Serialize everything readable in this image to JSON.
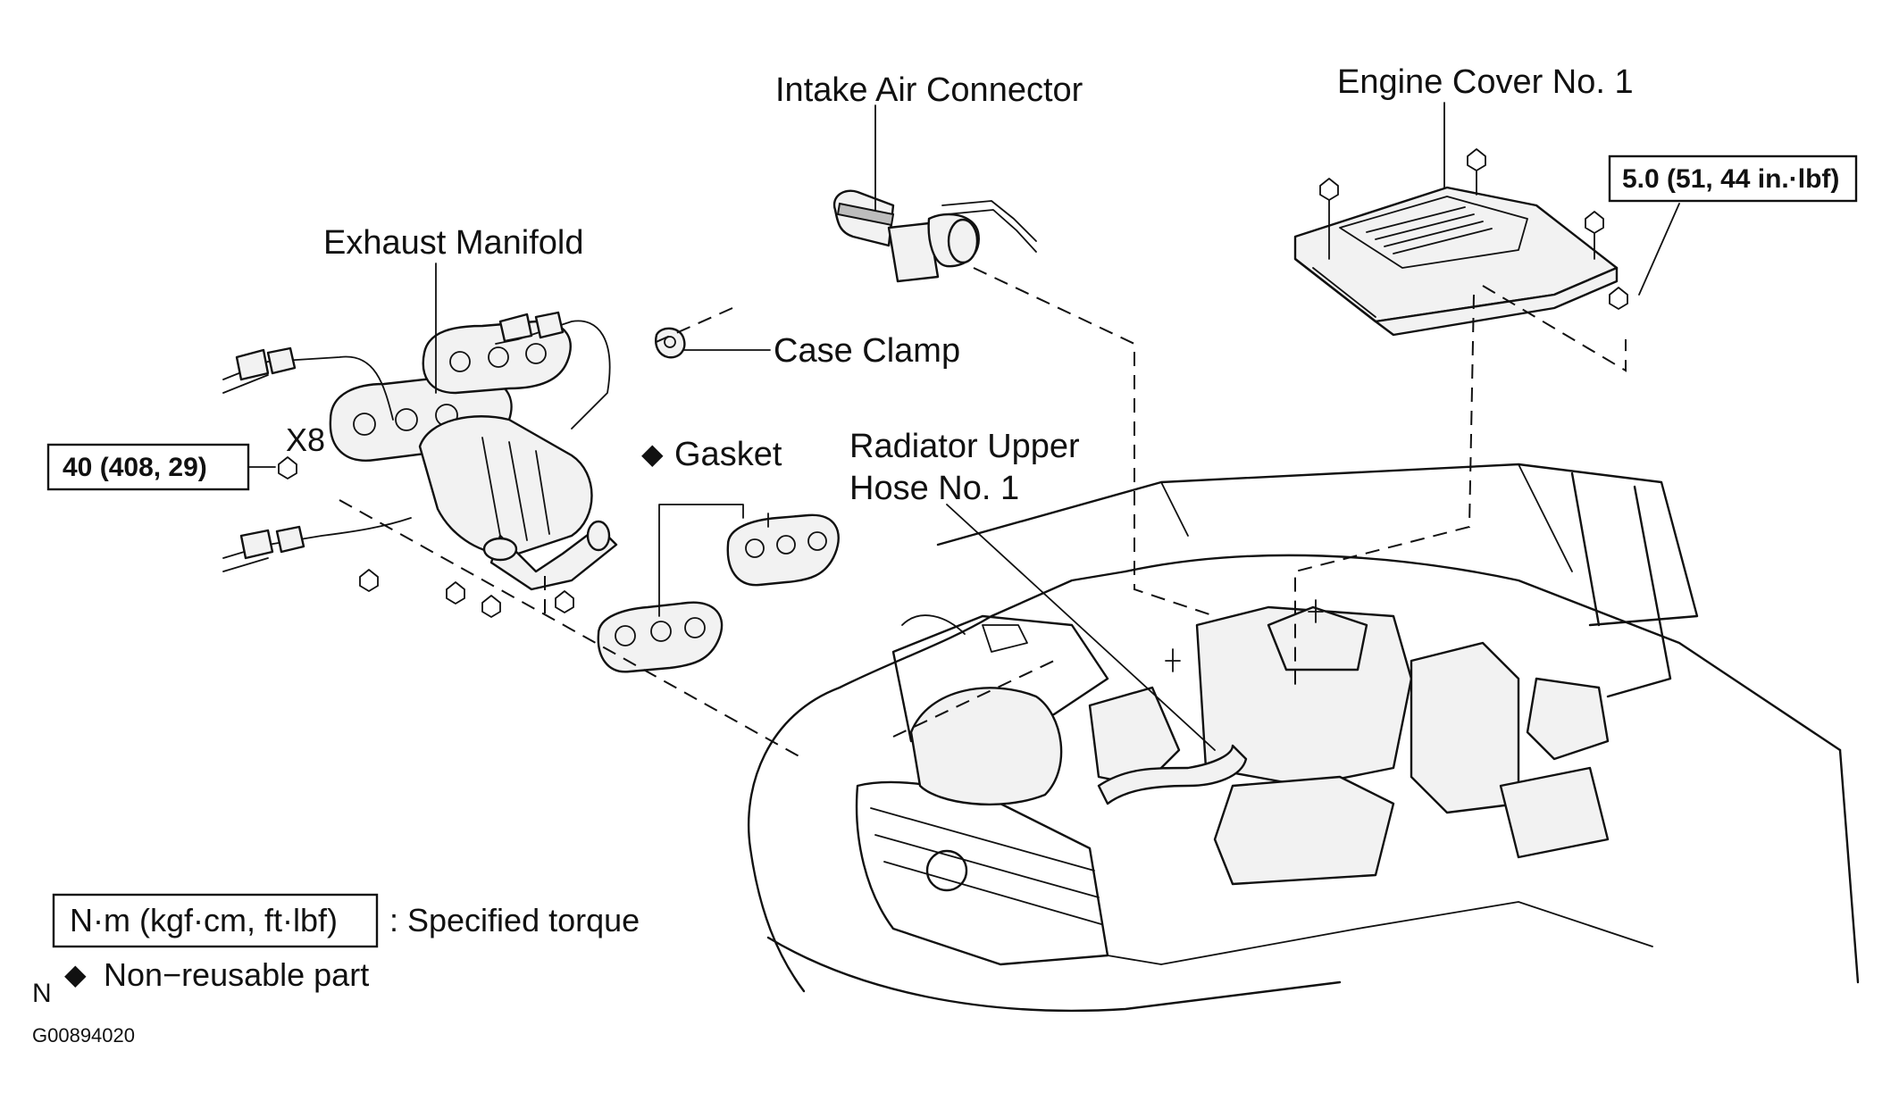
{
  "labels": {
    "intake_air_connector": "Intake Air Connector",
    "engine_cover": "Engine Cover No. 1",
    "exhaust_manifold": "Exhaust Manifold",
    "case_clamp": "Case Clamp",
    "gasket": "Gasket",
    "radiator_hose_line1": "Radiator Upper",
    "radiator_hose_line2": "Hose No. 1",
    "quantity": "X8"
  },
  "torque": {
    "manifold_nut": "40 (408, 29)",
    "cover_nut": "5.0 (51, 44 in.·lbf)"
  },
  "legend": {
    "units": "N·m (kgf·cm, ft·lbf)",
    "specified_torque": ": Specified torque",
    "non_reusable_symbol": "◆",
    "non_reusable": "Non−reusable part",
    "n_mark": "N"
  },
  "figure_code": "G00894020"
}
